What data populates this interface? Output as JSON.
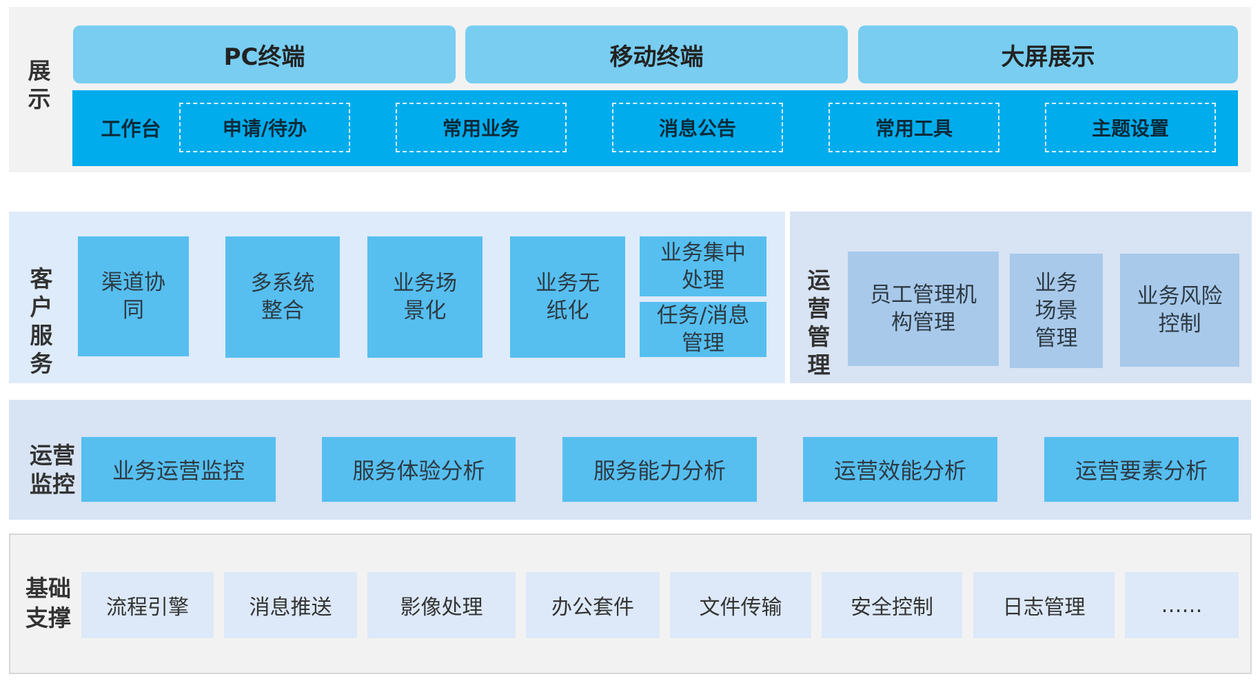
{
  "display": {
    "label": "展示",
    "terminals": [
      "PC终端",
      "移动终端",
      "大屏展示"
    ],
    "workbench": {
      "label": "工作台",
      "items": [
        "申请/待办",
        "常用业务",
        "消息公告",
        "常用工具",
        "主题设置"
      ]
    }
  },
  "customer_service": {
    "label": "客户服务",
    "items": [
      "渠道协同",
      "多系统整合",
      "业务场景化",
      "业务无纸化",
      "业务集中处理",
      "任务/消息管理"
    ]
  },
  "operations_management": {
    "label": "运营管理",
    "items": [
      "员工管理机构管理",
      "业务场景管理",
      "业务风险控制"
    ]
  },
  "operations_monitoring": {
    "label": "运营监控",
    "items": [
      "业务运营监控",
      "服务体验分析",
      "服务能力分析",
      "运营效能分析",
      "运营要素分析"
    ]
  },
  "infrastructure": {
    "label": "基础支撑",
    "items": [
      "流程引擎",
      "消息推送",
      "影像处理",
      "办公套件",
      "文件传输",
      "安全控制",
      "日志管理",
      "……"
    ]
  }
}
